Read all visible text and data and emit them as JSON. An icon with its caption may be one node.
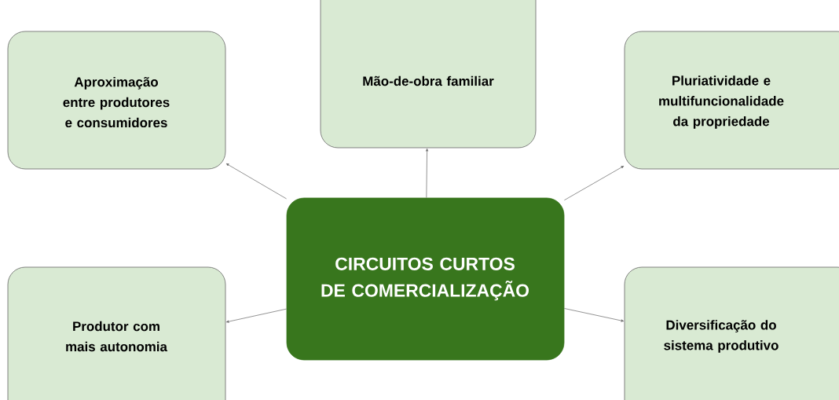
{
  "diagram": {
    "nodes": [
      {
        "text": [
          "CIRCUITOS CURTOS DE COMERCIALIZAÇÃO"
        ]
      },
      {
        "text": [
          "Aproximação entre produtores e consumidores"
        ]
      },
      {
        "text": [
          "Mão-de-obra familiar"
        ]
      },
      {
        "text": [
          "Pluriatividade e multifuncionalidade da propriedade"
        ]
      },
      {
        "text": [
          "Produtor com mais autonomia"
        ]
      },
      {
        "text": [
          "Diversificação do sistema produtivo"
        ]
      }
    ],
    "edges": [
      {
        "from": 0,
        "to": 1,
        "arrow": "to"
      },
      {
        "from": 0,
        "to": 2,
        "arrow": "to"
      },
      {
        "from": 0,
        "to": 3,
        "arrow": "to"
      },
      {
        "from": 0,
        "to": 4,
        "arrow": "to"
      },
      {
        "from": 0,
        "to": 5,
        "arrow": "to"
      }
    ]
  }
}
